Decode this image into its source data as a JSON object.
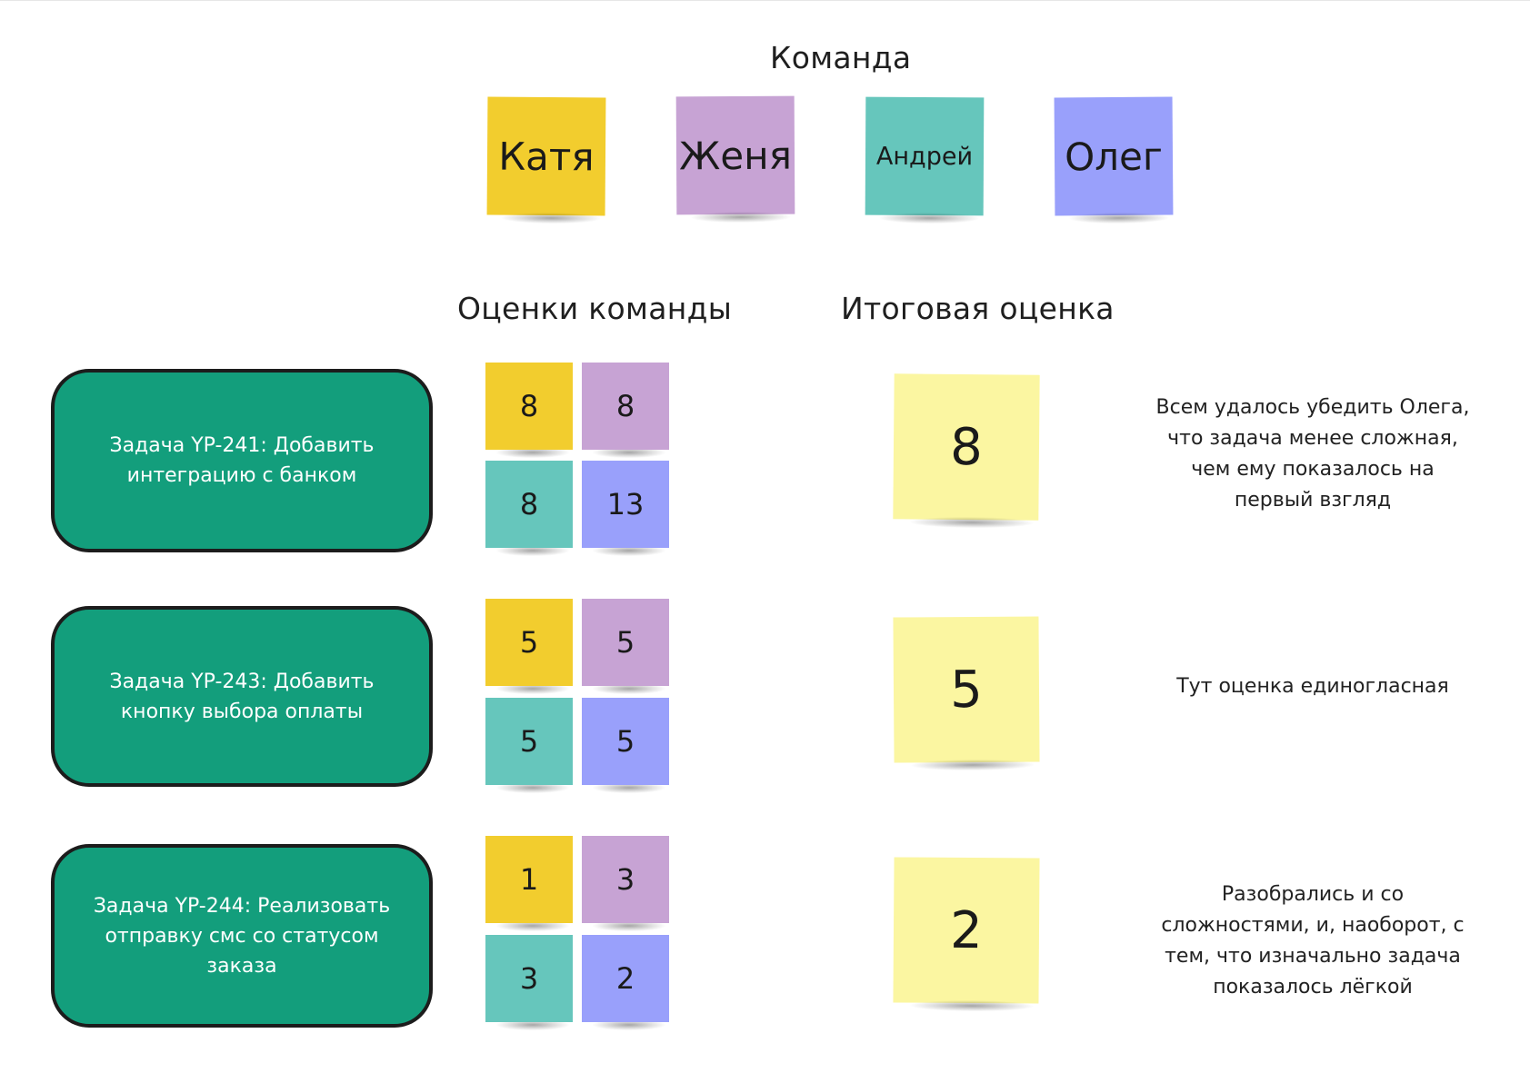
{
  "team": {
    "title": "Команда",
    "members": [
      {
        "name": "Катя",
        "color": "#f2cd2e"
      },
      {
        "name": "Женя",
        "color": "#c7a3d4"
      },
      {
        "name": "Андрей",
        "color": "#66c6bc"
      },
      {
        "name": "Олег",
        "color": "#99a0fb"
      }
    ]
  },
  "headers": {
    "team_estimates": "Оценки команды",
    "final_estimate": "Итоговая оценка"
  },
  "colors": {
    "task_card": "#139e7c",
    "final_note": "#fbf6a1"
  },
  "tasks": [
    {
      "title": "Задача YP-241: Добавить интеграцию с банком",
      "votes": [
        "8",
        "8",
        "8",
        "13"
      ],
      "final": "8",
      "comment": "Всем удалось убедить Олега, что задача менее сложная, чем ему показалось на первый взгляд"
    },
    {
      "title": "Задача YP-243: Добавить кнопку выбора оплаты",
      "votes": [
        "5",
        "5",
        "5",
        "5"
      ],
      "final": "5",
      "comment": "Тут оценка единогласная"
    },
    {
      "title": "Задача YP-244: Реализовать отправку смс со статусом заказа",
      "votes": [
        "1",
        "3",
        "3",
        "2"
      ],
      "final": "2",
      "comment": "Разобрались и со сложностями, и, наоборот, с тем, что изначально задача показалось лёгкой"
    }
  ]
}
